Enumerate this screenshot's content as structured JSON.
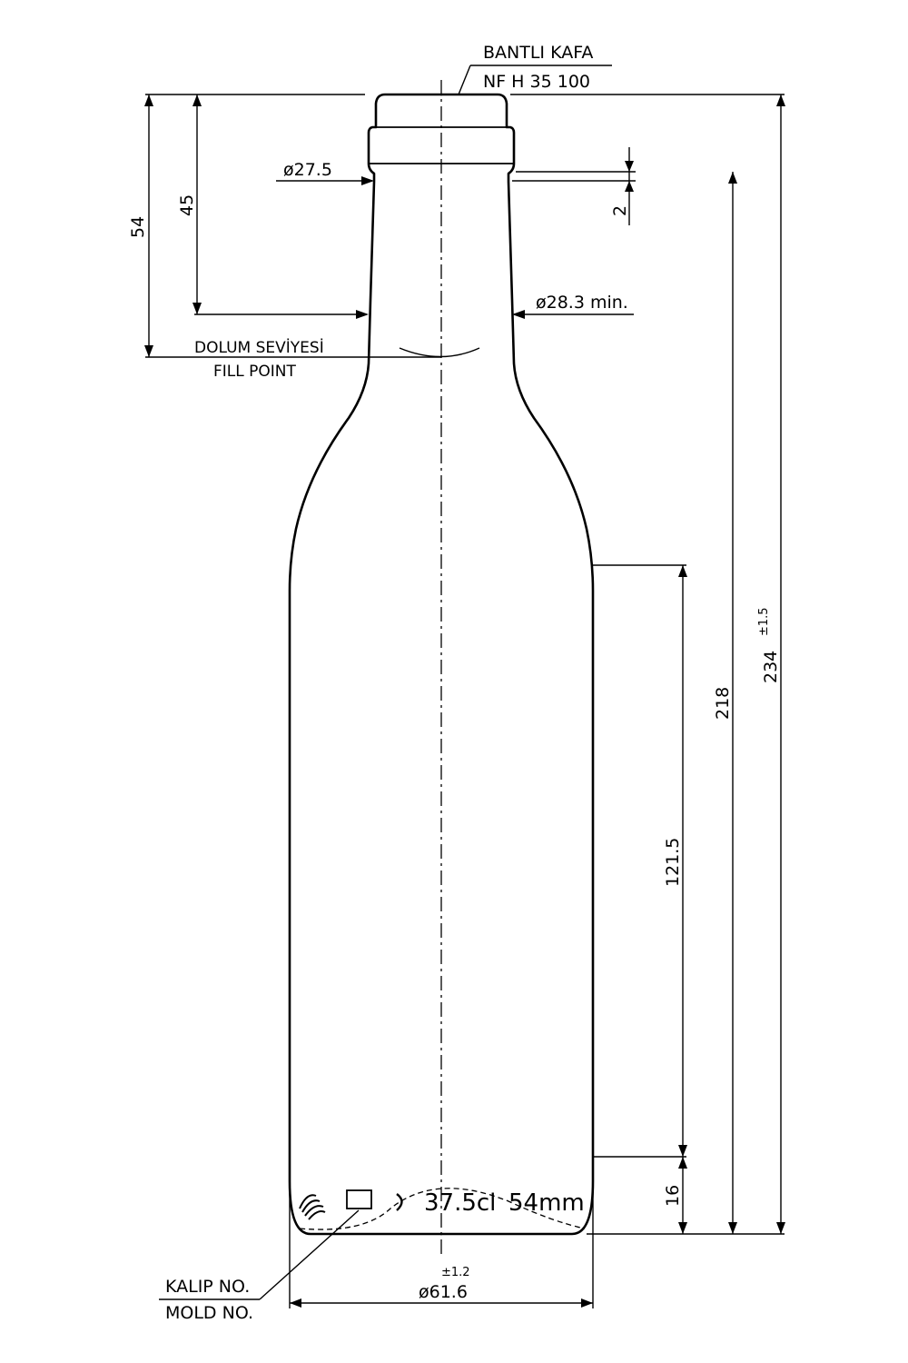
{
  "annotations": {
    "finish_line1": "BANTLI KAFA",
    "finish_line2": "NF H 35 100",
    "fill_point_tr": "DOLUM SEVİYESİ",
    "fill_point_en": "FILL POINT",
    "mold_tr": "KALIP NO.",
    "mold_en": "MOLD NO."
  },
  "dimensions": {
    "neck_diameter": "ø27.5",
    "bore_diameter": "ø28.3 min.",
    "ring_height": "2",
    "fill_depth_45": "45",
    "fill_depth_54": "54",
    "height_218": "218",
    "total_height": "234",
    "total_height_tol": "±1.5",
    "label_panel": "121.5",
    "base_height": "16",
    "body_diameter": "ø61.6",
    "body_diameter_tol": "±1.2"
  },
  "embossing": {
    "capacity": "37.5cl",
    "fill_height": "54mm"
  }
}
